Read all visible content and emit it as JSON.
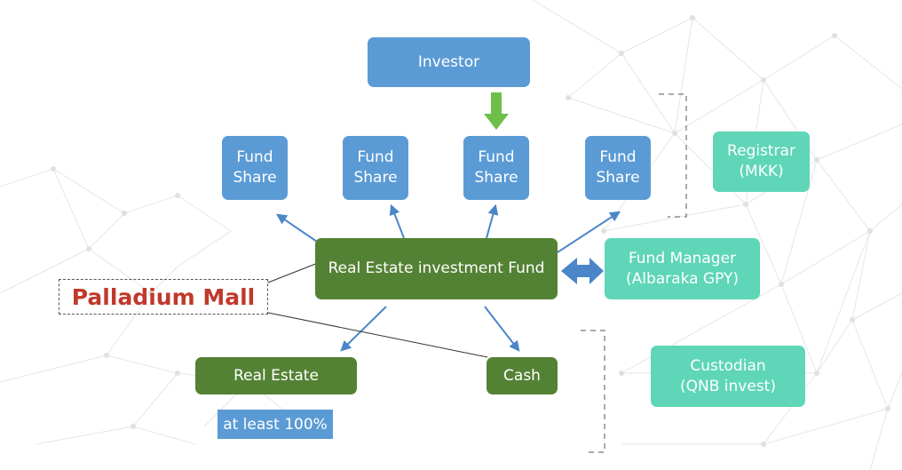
{
  "nodes": {
    "investor": "Investor",
    "fund_shares": [
      "Fund\nShare",
      "Fund\nShare",
      "Fund\nShare",
      "Fund\nShare"
    ],
    "registrar": "Registrar\n(MKK)",
    "reif": "Real Estate investment Fund",
    "fund_manager": "Fund Manager\n(Albaraka GPY)",
    "real_estate": "Real Estate",
    "cash": "Cash",
    "custodian": "Custodian\n(QNB invest)",
    "asset_note": "at least 100%",
    "palladium": "Palladium Mall"
  },
  "colors": {
    "blue": "#5b9bd5",
    "teal": "#5ed6b7",
    "green": "#548235",
    "arrow_blue": "#4a86c8",
    "arrow_green": "#6cc04a",
    "highlight_red": "#c0392b"
  }
}
